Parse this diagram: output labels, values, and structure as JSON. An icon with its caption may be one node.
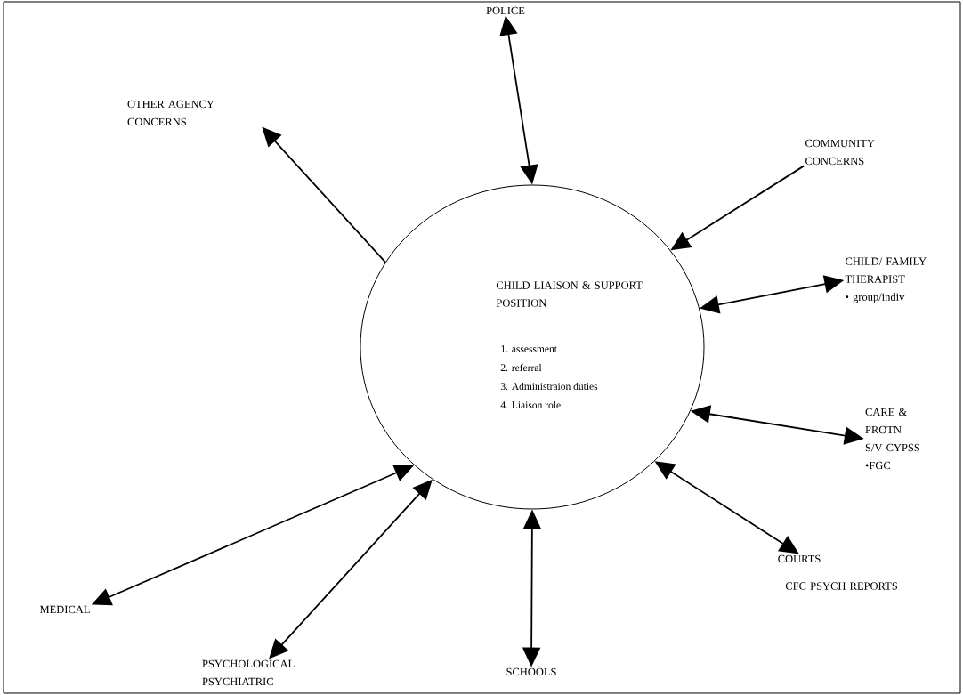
{
  "diagram": {
    "nodes": [
      {
        "text": [
          "CHILD LIAISON & SUPPORT POSITION",
          "1. assessment",
          "2. referral",
          "3. Administraion duties",
          "4. Liaison role"
        ]
      },
      {
        "text": [
          "POLICE"
        ]
      },
      {
        "text": [
          "OTHER AGENCY CONCERNS"
        ]
      },
      {
        "text": [
          "COMMUNITY CONCERNS"
        ]
      },
      {
        "text": [
          "CHILD/ FAMILY THERAPIST",
          "• group/indiv"
        ]
      },
      {
        "text": [
          "CARE & PROTN S/V CYPSS",
          "•FGC"
        ]
      },
      {
        "text": [
          "COURTS"
        ],
        "beside": [
          "CFC PSYCH REPORTS"
        ]
      },
      {
        "text": [
          "SCHOOLS"
        ]
      },
      {
        "text": [
          "PSYCHOLOGICAL PSYCHIATRIC"
        ]
      },
      {
        "text": [
          "MEDICAL"
        ]
      }
    ],
    "edges": [
      {
        "from": 0,
        "to": 1,
        "arrow": "both"
      },
      {
        "from": 0,
        "to": 2,
        "arrow": "to"
      },
      {
        "from": 3,
        "to": 0,
        "arrow": "to"
      },
      {
        "from": 0,
        "to": 4,
        "arrow": "both"
      },
      {
        "from": 0,
        "to": 5,
        "arrow": "both"
      },
      {
        "from": 0,
        "to": 6,
        "arrow": "both"
      },
      {
        "from": 0,
        "to": 7,
        "arrow": "both"
      },
      {
        "from": 0,
        "to": 8,
        "arrow": "both"
      },
      {
        "from": 0,
        "to": 9,
        "arrow": "both"
      }
    ]
  }
}
